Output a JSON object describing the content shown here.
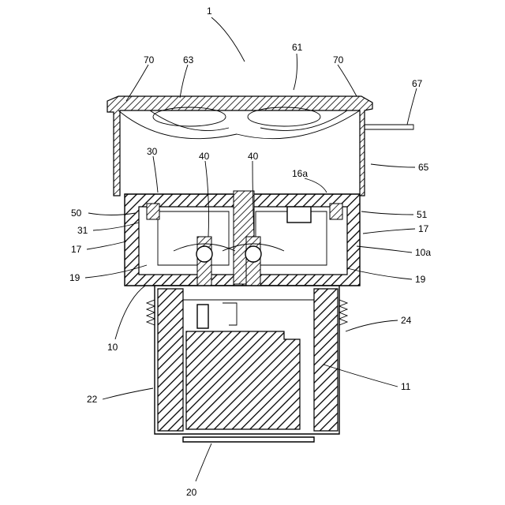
{
  "figure": {
    "labels": {
      "l1": "1",
      "l61": "61",
      "l70a": "70",
      "l63": "63",
      "l70b": "70",
      "l67": "67",
      "l30": "30",
      "l40a": "40",
      "l40b": "40",
      "l16a": "16a",
      "l65": "65",
      "l50": "50",
      "l31": "31",
      "l51": "51",
      "l17a": "17",
      "l17b": "17",
      "l10a": "10a",
      "l19a": "19",
      "l19b": "19",
      "l10": "10",
      "l24": "24",
      "l11": "11",
      "l22": "22",
      "l20": "20"
    }
  }
}
